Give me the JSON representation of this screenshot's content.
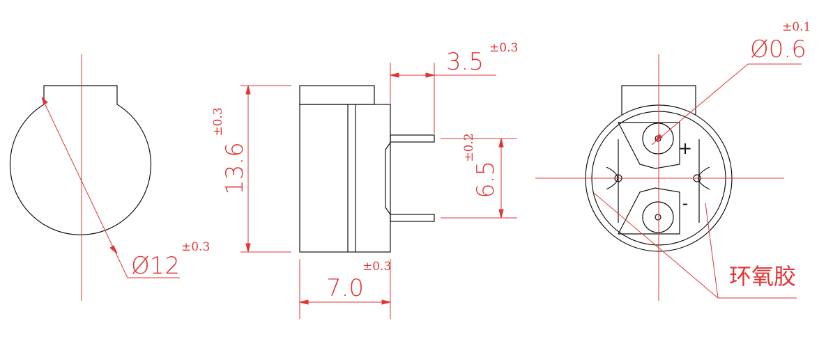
{
  "colors": {
    "outline": "#111111",
    "dimension": "#e03535",
    "background": "#ffffff"
  },
  "dimensions": {
    "body_diameter": {
      "value": "Ø12",
      "tolerance": "±0.3"
    },
    "height": {
      "value": "13.6",
      "tolerance": "±0.3"
    },
    "depth": {
      "value": "7.0",
      "tolerance": "±0.3"
    },
    "pin_length": {
      "value": "3.5",
      "tolerance": "±0.3"
    },
    "pin_pitch": {
      "value": "6.5",
      "tolerance": "±0.2"
    },
    "pin_diameter": {
      "value": "Ø0.6",
      "tolerance": "±0.1"
    }
  },
  "polarity": {
    "plus": "+",
    "minus": "-"
  },
  "material_note": "环氧胶"
}
